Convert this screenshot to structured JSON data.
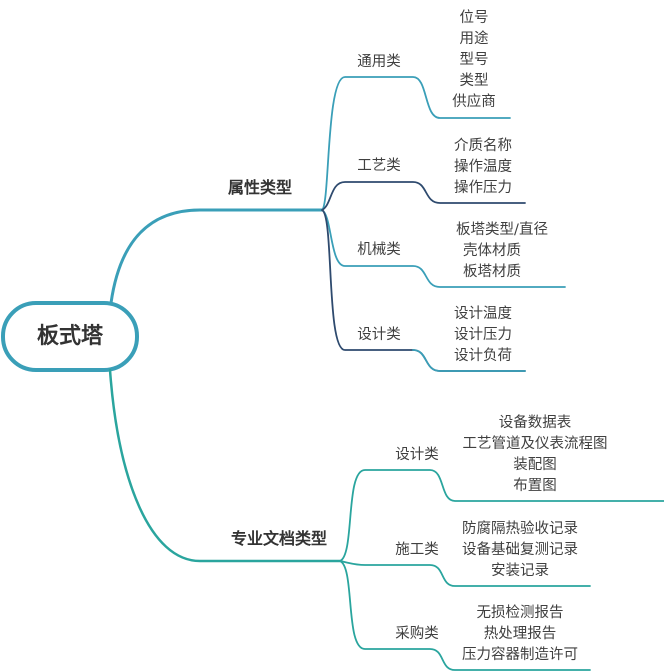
{
  "root": "板式塔",
  "colors": {
    "upper": "#3a9fb8",
    "lower": "#2aa59e",
    "dark": "#2e4a6e",
    "text": "#404040"
  },
  "branches": [
    {
      "label": "属性类型",
      "children": [
        {
          "label": "通用类",
          "items": [
            "位号",
            "用途",
            "型号",
            "类型",
            "供应商"
          ]
        },
        {
          "label": "工艺类",
          "items": [
            "介质名称",
            "操作温度",
            "操作压力"
          ]
        },
        {
          "label": "机械类",
          "items": [
            "板塔类型/直径",
            "壳体材质",
            "板塔材质"
          ]
        },
        {
          "label": "设计类",
          "items": [
            "设计温度",
            "设计压力",
            "设计负荷"
          ]
        }
      ]
    },
    {
      "label": "专业文档类型",
      "children": [
        {
          "label": "设计类",
          "items": [
            "设备数据表",
            "工艺管道及仪表流程图",
            "装配图",
            "布置图"
          ]
        },
        {
          "label": "施工类",
          "items": [
            "防腐隔热验收记录",
            "设备基础复测记录",
            "安装记录"
          ]
        },
        {
          "label": "采购类",
          "items": [
            "无损检测报告",
            "热处理报告",
            "压力容器制造许可"
          ]
        }
      ]
    }
  ]
}
